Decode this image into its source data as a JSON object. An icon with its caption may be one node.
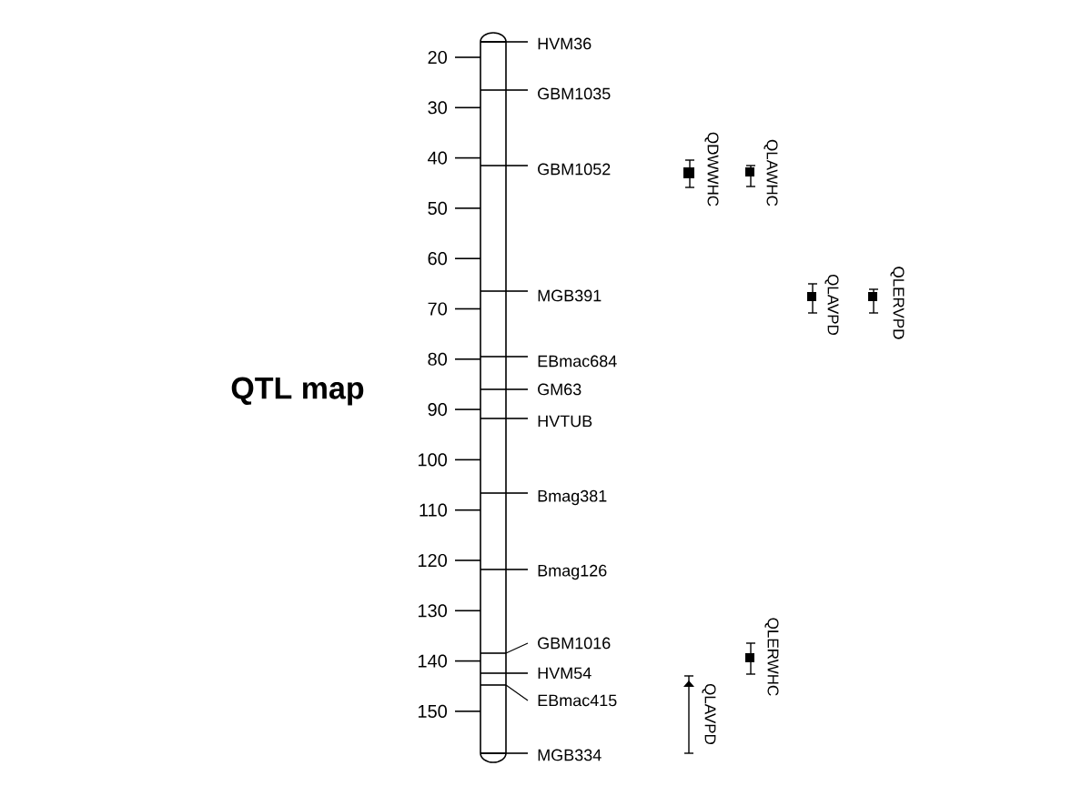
{
  "diagram": {
    "title": "QTL map",
    "labels": [
      "20",
      "30",
      "40",
      "50",
      "60",
      "70",
      "80",
      "90",
      "100",
      "110",
      "120",
      "130",
      "140",
      "150",
      "HVM36",
      "GBM1035",
      "GBM1052",
      "MGB391",
      "EBmac684",
      "GM63",
      "HVTUB",
      "Bmag381",
      "Bmag126",
      "GBM1016",
      "HVM54",
      "EBmac415",
      "MGB334",
      "QDWWHC",
      "QLAWHC",
      "QLAVPD",
      "QLERVPD",
      "QLERWHC",
      "QLAVPD"
    ]
  }
}
